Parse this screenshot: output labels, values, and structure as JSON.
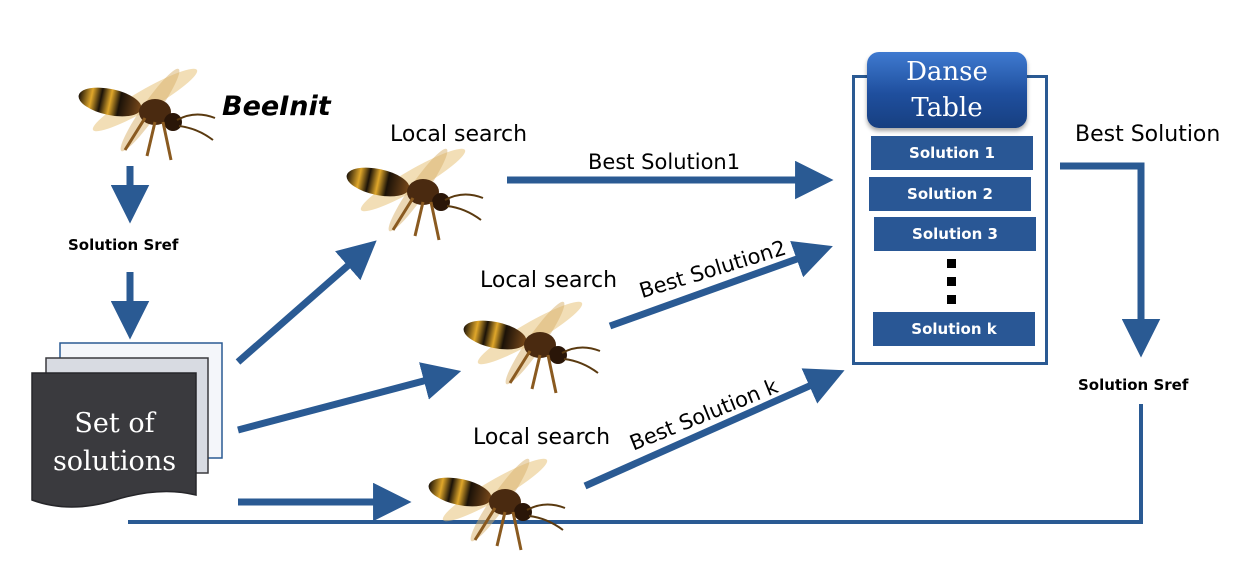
{
  "labels": {
    "beeinit": "BeeInit",
    "solution_sref_top": "Solution Sref",
    "solution_sref_right": "Solution Sref",
    "local_search_1": "Local search",
    "local_search_2": "Local search",
    "local_search_3": "Local search",
    "best_solution_1": "Best Solution1",
    "best_solution_2": "Best Solution2",
    "best_solution_k": "Best Solution k",
    "best_solution_out": "Best Solution"
  },
  "set_of_solutions": [
    "Set of",
    "solutions"
  ],
  "danse_table": {
    "title": [
      "Danse",
      "Table"
    ],
    "rows": [
      "Solution 1",
      "Solution 2",
      "Solution 3",
      "Solution k"
    ]
  },
  "colors": {
    "arrow": "#2a5a93",
    "table_row": "#295795",
    "stack_dark": "#3a3a3e"
  },
  "icons": [
    "bee-icon"
  ]
}
